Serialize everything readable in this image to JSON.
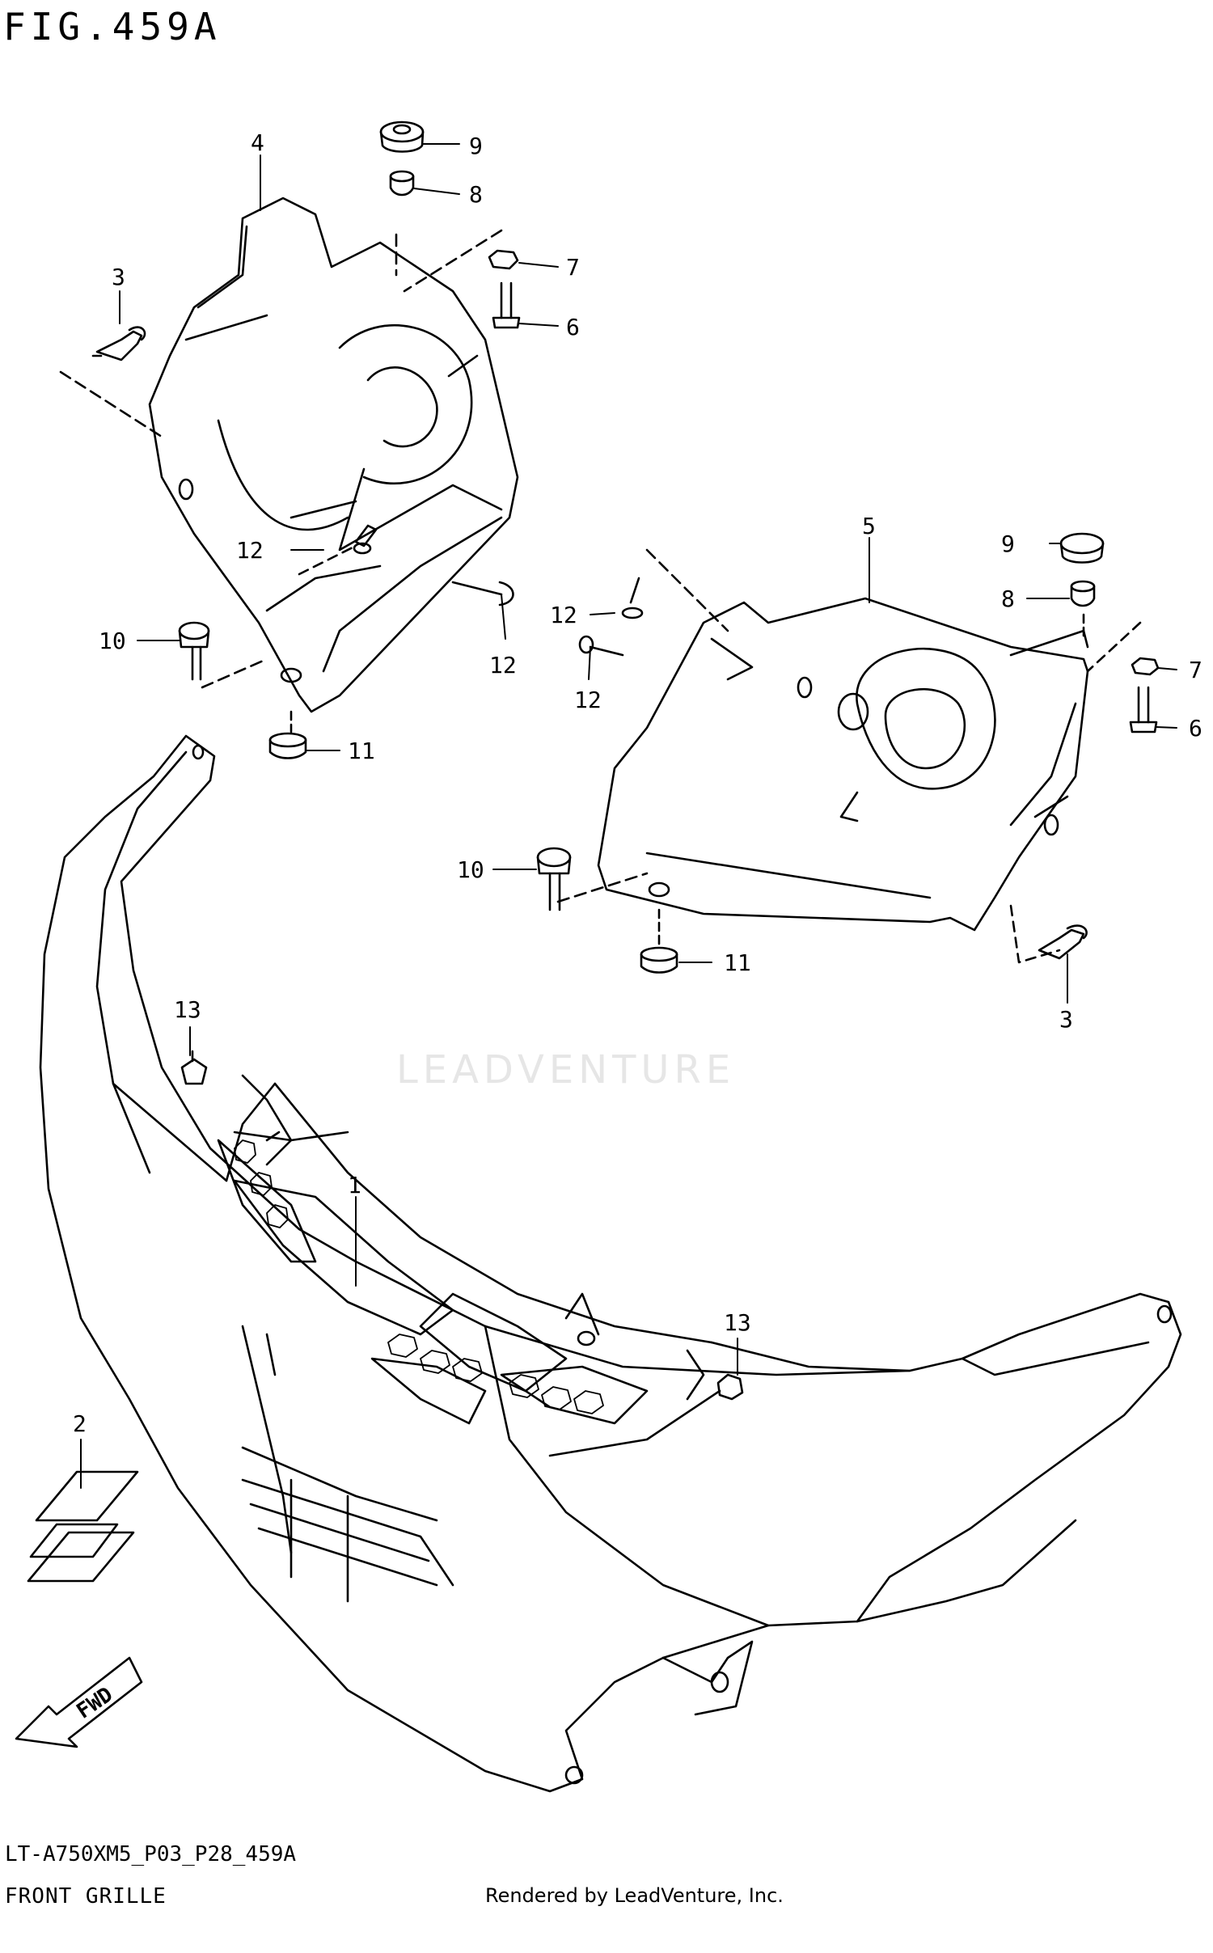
{
  "header": {
    "figure_id": "FIG.459A"
  },
  "watermark": {
    "brand": "LEADVENTURE"
  },
  "callouts": [
    {
      "id": "c4",
      "text": "4"
    },
    {
      "id": "c9a",
      "text": "9"
    },
    {
      "id": "c8a",
      "text": "8"
    },
    {
      "id": "c7a",
      "text": "7"
    },
    {
      "id": "c6a",
      "text": "6"
    },
    {
      "id": "c3a",
      "text": "3"
    },
    {
      "id": "c12a",
      "text": "12"
    },
    {
      "id": "c12b",
      "text": "12"
    },
    {
      "id": "c10a",
      "text": "10"
    },
    {
      "id": "c11a",
      "text": "11"
    },
    {
      "id": "c5",
      "text": "5"
    },
    {
      "id": "c9b",
      "text": "9"
    },
    {
      "id": "c8b",
      "text": "8"
    },
    {
      "id": "c7b",
      "text": "7"
    },
    {
      "id": "c6b",
      "text": "6"
    },
    {
      "id": "c12c",
      "text": "12"
    },
    {
      "id": "c12d",
      "text": "12"
    },
    {
      "id": "c10b",
      "text": "10"
    },
    {
      "id": "c11b",
      "text": "11"
    },
    {
      "id": "c3b",
      "text": "3"
    },
    {
      "id": "c13a",
      "text": "13"
    },
    {
      "id": "c1",
      "text": "1"
    },
    {
      "id": "c13b",
      "text": "13"
    },
    {
      "id": "c2",
      "text": "2"
    }
  ],
  "arrow": {
    "label": "FWD"
  },
  "footer": {
    "model_code": "LT-A750XM5_P03_P28_459A",
    "section_name": "FRONT GRILLE",
    "rendered_by": "Rendered by LeadVenture, Inc."
  }
}
